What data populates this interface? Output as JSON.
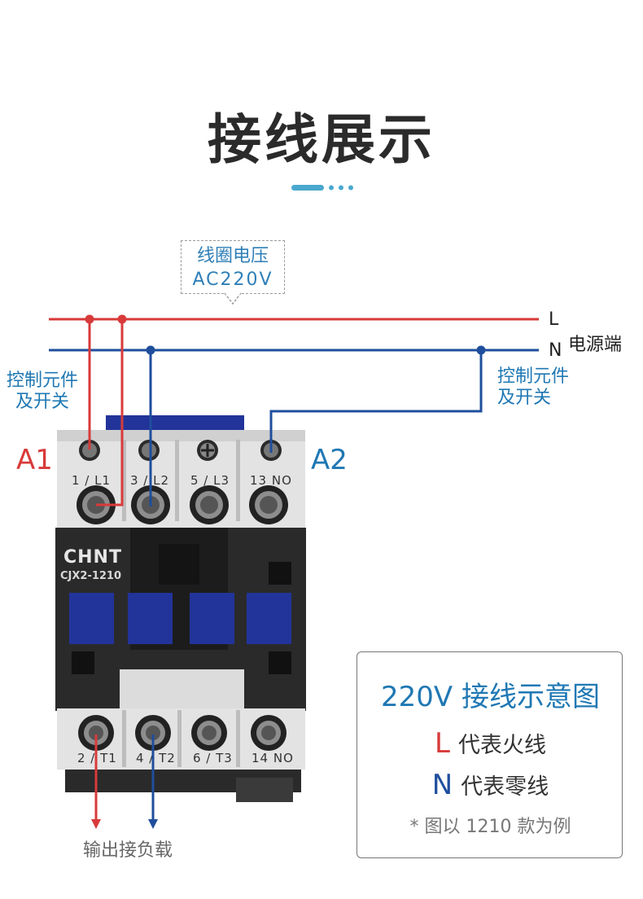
{
  "title": "接线展示",
  "coil_note": {
    "line1": "线圈电压",
    "line2": "AC220V"
  },
  "lines": {
    "L": "L",
    "N": "N",
    "power_label": "电源端"
  },
  "control_left": {
    "line1": "控制元件",
    "line2": "及开关"
  },
  "control_right": {
    "line1": "控制元件",
    "line2": "及开关"
  },
  "terminals": {
    "A1": "A1",
    "A2": "A2"
  },
  "top_terminal_labels": [
    "1 / L1",
    "3 / L2",
    "5 / L3",
    "13 NO"
  ],
  "bottom_terminal_labels": [
    "2 / T1",
    "4 / T2",
    "6 / T3",
    "14 NO"
  ],
  "device": {
    "brand": "CHNT",
    "model": "CJX2-1210"
  },
  "output_label": "输出接负载",
  "legend": {
    "title": "220V 接线示意图",
    "rows": [
      {
        "key": "L",
        "text": "代表火线",
        "color": "#d83a3a"
      },
      {
        "key": "N",
        "text": "代表零线",
        "color": "#1f4e9c"
      }
    ],
    "note": "* 图以 1210 款为例"
  },
  "colors": {
    "live": "#d83a3a",
    "neutral": "#1f4e9c",
    "accent": "#1f78b4",
    "device_body": "#2a2a2a",
    "device_shell": "#e6e6e6",
    "blue_module": "#22349a"
  }
}
